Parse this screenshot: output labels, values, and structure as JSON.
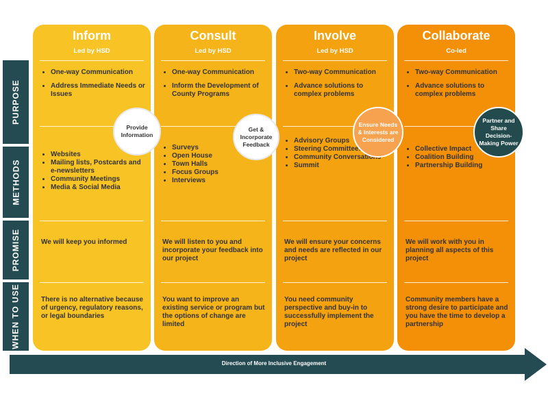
{
  "row_labels": [
    "PURPOSE",
    "METHODS",
    "PROMISE",
    "WHEN TO USE"
  ],
  "columns": [
    {
      "title": "Inform",
      "lead": "Led by HSD",
      "color": "#f7c325",
      "purpose": [
        "One-way Communication",
        "Address Immediate Needs or Issues"
      ],
      "methods": [
        "Websites",
        "Mailing lists, Postcards and e-newsletters",
        "Community Meetings",
        "Media & Social Media"
      ],
      "promise": "We will keep you informed",
      "when": "There is no alternative because of urgency, regulatory reasons, or legal boundaries"
    },
    {
      "title": "Consult",
      "lead": "Led by HSD",
      "color": "#f5b41a",
      "purpose": [
        "One-way Communication",
        "Inform the Development of County Programs"
      ],
      "methods": [
        "Surveys",
        "Open House",
        "Town Halls",
        "Focus Groups",
        "Interviews"
      ],
      "promise": "We will listen to you and incorporate your feedback into our project",
      "when": "You want to improve an existing service or program but the options of change are limited"
    },
    {
      "title": "Involve",
      "lead": "Led by HSD",
      "color": "#f4a20f",
      "purpose": [
        "Two-way Communication",
        "Advance solutions to complex problems"
      ],
      "methods": [
        "Advisory Groups",
        "Steering Committees",
        "Community Conversations",
        "Summit"
      ],
      "promise": "We will ensure your concerns and needs are reflected in our project",
      "when": "You need community perspective and buy-in to successfully implement the project"
    },
    {
      "title": "Collaborate",
      "lead": "Co-led",
      "color": "#f39008",
      "purpose": [
        "Two-way Communication",
        "Advance solutions to complex problems"
      ],
      "methods": [
        "Collective Impact",
        "Coalition Building",
        "Partnership Building"
      ],
      "promise": "We will work with you in planning all aspects of this project",
      "when": "Community members have a strong desire to participate and you have the time to develop a partnership"
    }
  ],
  "circles": [
    {
      "label": "Provide Information",
      "bg": "#ffffff",
      "fg": "#333333"
    },
    {
      "label": "Get & Incorporate Feedback",
      "bg": "#ffffff",
      "fg": "#333333"
    },
    {
      "label": "Ensure Needs & Interests are Considered",
      "bg": "#f7a24e",
      "fg": "#ffffff"
    },
    {
      "label": "Partner and Share Decision-Making Power",
      "bg": "#234a4d",
      "fg": "#ffffff"
    }
  ],
  "arrow_label": "Direction of More Inclusive Engagement",
  "colors": {
    "label_bg": "#244a52",
    "arrow": "#244a52",
    "text": "#333333"
  }
}
